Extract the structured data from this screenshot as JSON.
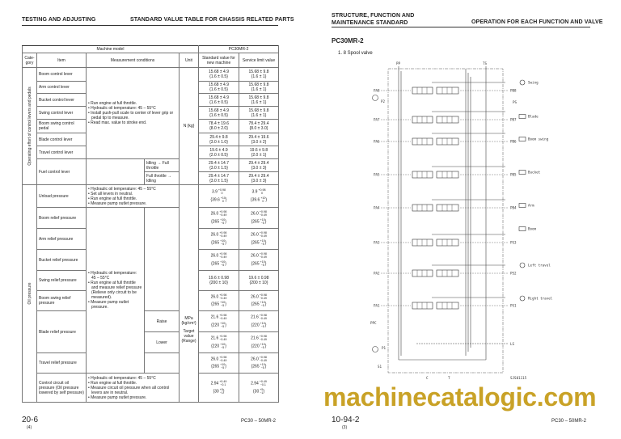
{
  "left_page": {
    "header_left": "TESTING AND ADJUSTING",
    "header_right": "STANDARD VALUE TABLE FOR CHASSIS RELATED PARTS",
    "footer_page": "20-6",
    "footer_rev": "(4)",
    "footer_model": "PC30 – 50MR-2",
    "table": {
      "machine_model_label": "Machine model",
      "model": "PC30MR-2",
      "col_category": "Cate-gory",
      "col_item": "Item",
      "col_conditions": "Measurement conditions",
      "col_unit": "Unit",
      "col_standard": "Standard value for new machine",
      "col_service": "Service limit value",
      "cat_operating": "Operating effort of control levers and pedals",
      "cat_oil": "Oil pressure",
      "cond_operating": [
        "• Run engine at full throttle.",
        "• Hydraulic oil temperature: 45 – 55°C",
        "• Install push-pull scale to center of lever grip or pedal tip to measure.",
        "• Read max. value to stroke end."
      ],
      "unit_operating": "N {kg}",
      "rows_operating": [
        {
          "item": "Boom control lever",
          "std": [
            "15.68 ± 4.9",
            "{1.6 ± 0.5}"
          ],
          "svc": [
            "15.68 ± 9.8",
            "{1.6 ± 1}"
          ]
        },
        {
          "item": "Arm control lever",
          "std": [
            "15.68 ± 4.9",
            "{1.6 ± 0.5}"
          ],
          "svc": [
            "15.68 ± 9.8",
            "{1.6 ± 1}"
          ]
        },
        {
          "item": "Bucket control lever",
          "std": [
            "15.68 ± 4.9",
            "{1.6 ± 0.5}"
          ],
          "svc": [
            "15.68 ± 9.8",
            "{1.6 ± 1}"
          ]
        },
        {
          "item": "Swing control lever",
          "std": [
            "15.68 ± 4.9",
            "{1.6 ± 0.5}"
          ],
          "svc": [
            "15.68 ± 9.8",
            "{1.6 ± 1}"
          ]
        },
        {
          "item": "Boom swing control pedal",
          "std": [
            "78.4 ± 19.6",
            "{8.0 ± 2.0}"
          ],
          "svc": [
            "78.4 ± 29.4",
            "{8.0 ± 3.0}"
          ]
        },
        {
          "item": "Blade control lever",
          "std": [
            "29.4 ± 9.8",
            "{3.0 ± 1.0}"
          ],
          "svc": [
            "29.4 ± 19.6",
            "{3.0 ± 2}"
          ]
        },
        {
          "item": "Travel control lever",
          "std": [
            "19.6 ± 4.9",
            "{2.0 ± 0.5}"
          ],
          "svc": [
            "19.6 ± 9.8",
            "{2.0 ± 1}"
          ]
        }
      ],
      "fuel": {
        "item": "Fuel control lever",
        "sub": [
          {
            "cond": "Idling → Full throttle",
            "std": [
              "29.4 ± 14.7",
              "{3.0 ± 1.5}"
            ],
            "svc": [
              "29.4 ± 29.4",
              "{3.0 ± 3}"
            ]
          },
          {
            "cond": "Full throttle → Idling",
            "std": [
              "29.4 ± 14.7",
              "{3.0 ± 1.5}"
            ],
            "svc": [
              "29.4 ± 29.4",
              "{3.0 ± 3}"
            ]
          }
        ]
      },
      "unload": {
        "item": "Unload pressure",
        "cond": [
          "• Hydraulic oil temperature: 45 – 55°C",
          "• Set all levers in neutral.",
          "• Run engine at full throttle.",
          "• Measure pump outlet pressure."
        ],
        "std": {
          "v": "3.9",
          "up": "+0.98",
          "dn": "0",
          "kv": "{39.6",
          "kup": "+10",
          "kdn": "0",
          "kc": "}"
        },
        "svc": {
          "v": "3.9",
          "up": "+0.98",
          "dn": "0",
          "kv": "{39.6",
          "kup": "+10",
          "kdn": "0",
          "kc": "}"
        }
      },
      "cond_relief": [
        "• Hydraulic oil temperature: 45 – 55°C",
        "• Run engine at full throttle and measure relief pressure (Relieve only circuit to be measured).",
        "• Measure pump outlet pressure."
      ],
      "unit_oil": [
        "MPa {kg/cm²}",
        "Target value (Range)"
      ],
      "r26": {
        "v": "26.0",
        "up": "+0.98",
        "dn": "−0.49",
        "kv": "{265",
        "kup": "+10",
        "kdn": "−5",
        "kc": "}"
      },
      "r216": {
        "v": "21.6",
        "up": "+0.98",
        "dn": "−0.49",
        "kv": "{220",
        "kup": "+10",
        "kdn": "−5",
        "kc": "}"
      },
      "items_relief": [
        "Boom relief pressure",
        "Arm relief pressure",
        "Bucket relief pressure",
        "Swing relief pressure",
        "Boom swing relief pressure",
        "Blade relief pressure",
        "Travel relief pressure"
      ],
      "swing_std": [
        "19.6 ± 0.98",
        "{200 ± 10}"
      ],
      "swing_svc": [
        "19.6 ± 0.98",
        "{200 ± 10}"
      ],
      "blade_raise": "Raise",
      "blade_lower": "Lower",
      "control": {
        "item": "Control circuit oil pressure (Oil pressure lowered by self pressure)",
        "cond": [
          "• Hydraulic oil temperature: 45 – 55°C",
          "• Run engine at full throttle.",
          "• Measure circuit oil pressure when all control levers are in neutral.",
          "• Measure pump outlet pressure."
        ],
        "std": {
          "v": "2.94",
          "up": "+0.49",
          "dn": "−0.1",
          "kv": "{30",
          "kup": "+5",
          "kdn": "−1",
          "kc": "}"
        },
        "svc": {
          "v": "2.94",
          "up": "+0.49",
          "dn": "−0.1",
          "kv": "{30",
          "kup": "+5",
          "kdn": "−1",
          "kc": "}"
        }
      }
    }
  },
  "right_page": {
    "header_left": "STRUCTURE, FUNCTION AND MAINTENANCE STANDARD",
    "header_right": "OPERATION FOR EACH FUNCTION AND VALVE",
    "model": "PC30MR-2",
    "section": "1. 8 Spool valve",
    "diagram_labels": {
      "pp": "PP",
      "ts": "TS",
      "p2": "P2",
      "ps": "PS",
      "ls": "LS",
      "ppc": "PPC",
      "p1": "P1",
      "s1": "S1",
      "c": "C",
      "t": "T",
      "code": "SJS01115",
      "pilot_ports": [
        "PA8",
        "PA7",
        "PA6",
        "PA5",
        "PA4",
        "PA3",
        "PA2",
        "PA1"
      ],
      "right_ports": [
        "PB8",
        "PB7",
        "PB6",
        "PB5",
        "PB4",
        "PS3",
        "PS2",
        "PS1"
      ],
      "actuators": [
        "Swing",
        "Blade",
        "Boom swing",
        "Bucket",
        "Arm",
        "Boom",
        "Left travel",
        "Right travel"
      ]
    },
    "footer_page": "10-94-2",
    "footer_rev": "(3)",
    "footer_model": "PC30 – 50MR-2"
  },
  "watermark": "machinecatalogic.com"
}
